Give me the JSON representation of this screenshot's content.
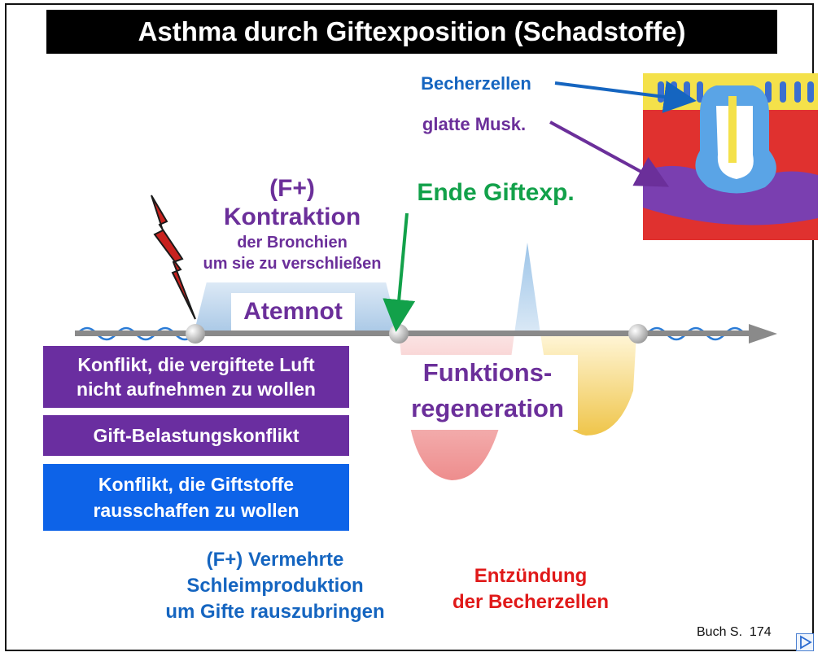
{
  "title": "Asthma durch Giftexposition (Schadstoffe)",
  "labels": {
    "becherzellen": "Becherzellen",
    "glatte_musk": "glatte Musk.",
    "ende_giftexp": "Ende Giftexp.",
    "f_plus": "(F+)",
    "kontraktion": "Kontraktion",
    "kontraktion_sub1": "der Bronchien",
    "kontraktion_sub2": "um sie zu verschließen",
    "atemnot": "Atemnot",
    "funktions_regen_1": "Funktions-",
    "funktions_regen_2": "regeneration",
    "konflikt_luft_1": "Konflikt, die vergiftete Luft",
    "konflikt_luft_2": "nicht aufnehmen zu wollen",
    "gift_belastung": "Gift-Belastungskonflikt",
    "konflikt_gift_1": "Konflikt, die Giftstoffe",
    "konflikt_gift_2": "rausschaffen zu wollen",
    "schleim_1": "(F+) Vermehrte",
    "schleim_2": "Schleimproduktion",
    "schleim_3": "um Gifte rauszubringen",
    "entzuendung_1": "Entzündung",
    "entzuendung_2": "der Becherzellen",
    "buch": "Buch S.  174"
  },
  "colors": {
    "purple": "#6b2f9a",
    "blue": "#0d63e8",
    "green": "#12a14a",
    "red": "#e01919",
    "ca_phase": "#b9d3ea",
    "pcl_red": "#f09a9a",
    "pcl_yellow": "#f2cf5a"
  },
  "icons": {
    "lightning": "lightning-bolt-icon",
    "next": "next-arrow-icon"
  }
}
